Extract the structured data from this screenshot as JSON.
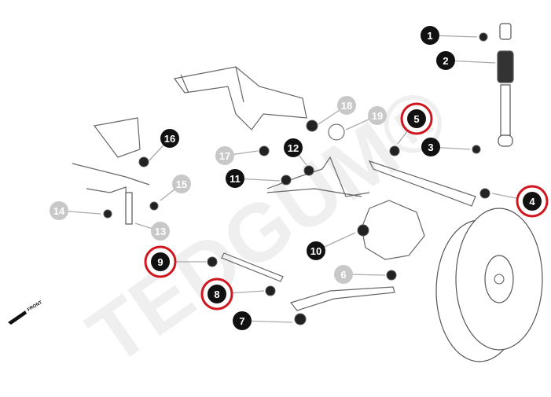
{
  "diagram": {
    "watermark": "TEDGUM®",
    "front_label": "FRONT",
    "colors": {
      "black_badge": "#111111",
      "grey_badge": "#c8c8c8",
      "highlight_ring": "#d0161e"
    },
    "callouts": [
      {
        "number": "1",
        "style": "black",
        "highlighted": false
      },
      {
        "number": "2",
        "style": "black",
        "highlighted": false
      },
      {
        "number": "3",
        "style": "black",
        "highlighted": false
      },
      {
        "number": "4",
        "style": "black",
        "highlighted": true
      },
      {
        "number": "5",
        "style": "black",
        "highlighted": true
      },
      {
        "number": "6",
        "style": "grey",
        "highlighted": false
      },
      {
        "number": "7",
        "style": "black",
        "highlighted": false
      },
      {
        "number": "8",
        "style": "black",
        "highlighted": true
      },
      {
        "number": "9",
        "style": "black",
        "highlighted": true
      },
      {
        "number": "10",
        "style": "black",
        "highlighted": false
      },
      {
        "number": "11",
        "style": "black",
        "highlighted": false
      },
      {
        "number": "12",
        "style": "black",
        "highlighted": false
      },
      {
        "number": "13",
        "style": "grey",
        "highlighted": false
      },
      {
        "number": "14",
        "style": "grey",
        "highlighted": false
      },
      {
        "number": "15",
        "style": "grey",
        "highlighted": false
      },
      {
        "number": "16",
        "style": "black",
        "highlighted": false
      },
      {
        "number": "17",
        "style": "grey",
        "highlighted": false
      },
      {
        "number": "18",
        "style": "grey",
        "highlighted": false
      },
      {
        "number": "19",
        "style": "grey",
        "highlighted": false
      }
    ]
  }
}
